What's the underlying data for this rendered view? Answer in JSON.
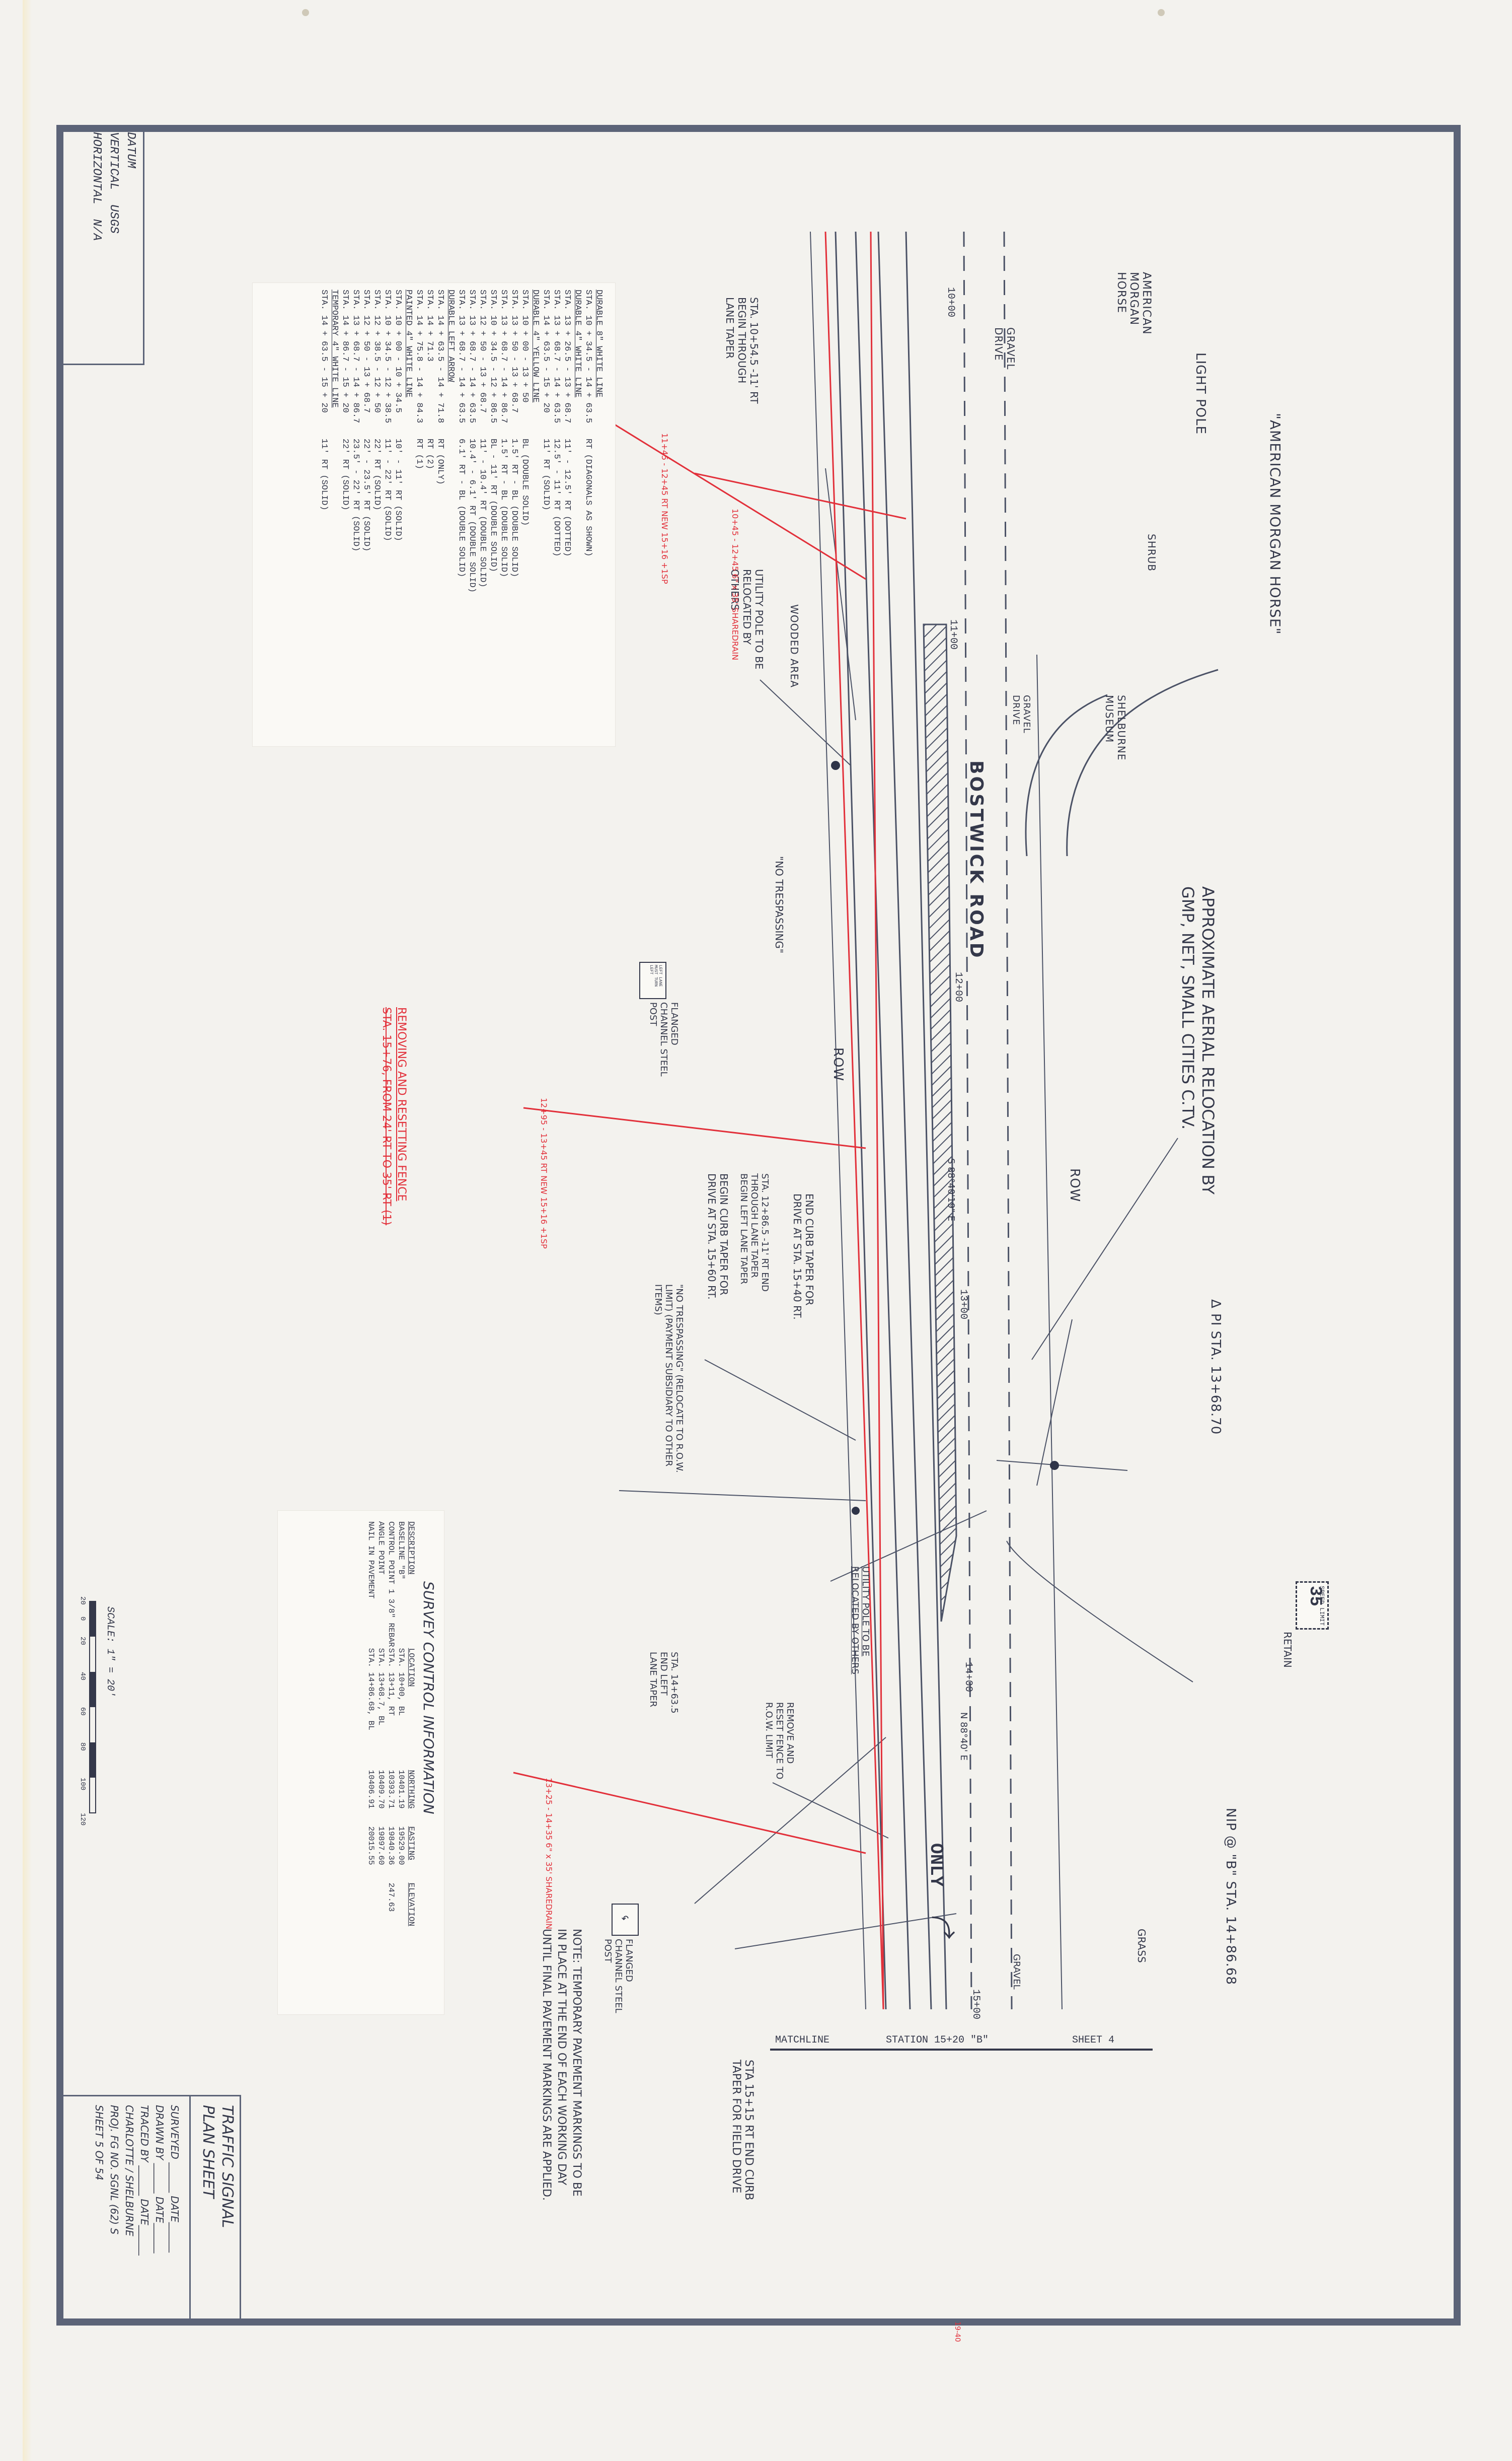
{
  "datum": {
    "title": "DATUM",
    "vertical_label": "VERTICAL",
    "vertical_value": "USGS",
    "horizontal_label": "HORIZONTAL",
    "horizontal_value": "N/A"
  },
  "title_block": {
    "title_line1": "TRAFFIC SIGNAL",
    "title_line2": "PLAN SHEET",
    "surveyed": "SURVEYED ______ DATE______",
    "drawn": "DRAWN BY ______ DATE______",
    "traced": "TRACED BY ______ DATE______",
    "town": "CHARLOTTE / SHELBURNE",
    "project": "PROJ. FG NO. SGNL (62) S",
    "sheet": "SHEET 5 OF 54"
  },
  "road_name": "BOSTWICK ROAD",
  "stations": [
    "10+00",
    "11+00",
    "12+00",
    "13+00",
    "14+00",
    "15+00"
  ],
  "labels": {
    "horse": "\"AMERICAN MORGAN HORSE\"",
    "horse_sign": "AMERICAN MORGAN HORSE",
    "light_pole": "LIGHT POLE",
    "shrub": "SHRUB",
    "gravel_drive_1": "GRAVEL DRIVE",
    "gravel_drive_2": "GRAVEL DRIVE",
    "shelburne_museum": "SHELBURNE MUSEUM",
    "wooded_area": "WOODED AREA",
    "aerial_relocation": "APPROXIMATE AERIAL RELOCATION BY GMP, NET, SMALL CITIES C.TV.",
    "pi_station": "Δ PI STA. 13+68.70",
    "row_top": "ROW",
    "row_bottom": "ROW",
    "speed_limit": "SPEED LIMIT",
    "speed_value": "35",
    "retain": "RETAIN",
    "nip": "NIP @ \"B\" STA. 14+86.68",
    "grass": "GRASS",
    "gravel_lower": "GRAVEL",
    "bearing_1": "S 88°40'19\" E",
    "bearing_2": "N 88°40' E",
    "sta_taper_1": "STA. 10+54.5 -11' RT BEGIN THROUGH LANE TAPER",
    "utility_pole": "UTILITY POLE TO BE RELOCATED BY OTHERS",
    "no_trespassing_1": "\"NO TRESPASSING\"",
    "no_trespassing_2": "\"NO TRESPASSING\" (RELOCATE TO R.O.W. LIMIT) (PAYMENT SUBSIDIARY TO OTHER ITEMS)",
    "left_lane_sign": "LEFT LANE MUST TURN LEFT",
    "flanged_channel_1": "FLANGED CHANNEL STEEL POST",
    "flanged_channel_2": "FLANGED CHANNEL STEEL POST",
    "end_curb_taper": "END CURB TAPER FOR DRIVE AT STA. 15+40 RT.",
    "sta_begin_left": "STA. 12+86.5 -11' RT END THROUGH LANE TAPER BEGIN LEFT LANE TAPER",
    "begin_curb_taper": "BEGIN CURB TAPER FOR DRIVE AT STA. 15+60 RT.",
    "remove_fence": "REMOVE AND RESET FENCE TO R.O.W. LIMIT",
    "sta_end_left": "STA. 14+63.5 END LEFT LANE TAPER",
    "pole_to_be": "UTILITY POLE TO BE RELOCATED BY OTHERS",
    "matchline": "MATCHLINE",
    "match_station": "STATION 15+20 \"B\"",
    "sheet4": "SHEET 4",
    "sta_curb_end": "STA 15+15 RT END CURB TAPER FOR FIELD DRIVE",
    "only": "ONLY",
    "note": "NOTE: TEMPORARY PAVEMENT MARKINGS TO BE IN PLACE AT THE END OF EACH WORKING DAY UNTIL FINAL PAVEMENT MARKINGS ARE APPLIED.",
    "removing_fence": "REMOVING AND RESETTING FENCE",
    "fence_range": "STA. 15+76, FROM 24' RT TO 35' RT (1)",
    "red_note_1": "11+45 - 12+45 RT NEW 15+16 +1SP",
    "red_note_2": "10+45 - 12+45 6\" x 35' SHAREDRAIN",
    "red_note_3": "12+95 - 13+45 RT NEW 15+16 +1SP",
    "red_note_4": "13+25 - 14+35 6\" x 35' SHAREDRAIN"
  },
  "markings": [
    "DURABLE 8\" WHITE LINE",
    "STA. 10 + 34.5 - 14 + 63.5   RT (DIAGONALS AS SHOWN)",
    "DURABLE 4\" WHITE LINE",
    "STA. 13 + 26.5 - 13 + 68.7   11' - 12.5' RT (DOTTED)",
    "STA. 13 + 68.7 - 14 + 63.5   12.5' - 11' RT (DOTTED)",
    "STA. 14 + 63.5 - 15 + 20     11' RT (SOLID)",
    "DURABLE 4\" YELLOW LINE",
    "STA. 10 + 00 - 13 + 50       BL (DOUBLE SOLID)",
    "STA. 13 + 50 - 13 + 68.7     1.5' RT - BL (DOUBLE SOLID)",
    "STA. 13 + 68.7 - 14 + 86.7   1.5' RT - BL (DOUBLE SOLID)",
    "STA. 10 + 34.5 - 12 + 86.5   BL - 11' RT (DOUBLE SOLID)",
    "STA. 12 + 50 - 13 + 68.7     11' - 10.4' RT (DOUBLE SOLID)",
    "STA. 13 + 68.7 - 14 + 63.5   10.4' - 6.1' RT (DOUBLE SOLID)",
    "STA. 13 + 68.7 - 14 + 63.5   6.1' RT - BL (DOUBLE SOLID)",
    "DURABLE LEFT ARROW",
    "STA. 14 + 63.5 - 14 + 71.8   RT (ONLY)",
    "STA. 14 + 71.3               RT (2)",
    "STA. 14 + 75.8 - 14 + 84.3   RT (1)",
    "PAINTED 4\" WHITE LINE",
    "STA. 10 + 00 - 10 + 34.5     10' - 11' RT (SOLID)",
    "STA. 10 + 34.5 - 12 + 38.5   11' - 22' RT (SOLID)",
    "STA. 12 + 38.5 - 12 + 50     22' RT (SOLID)",
    "STA. 12 + 50 - 13 + 68.7     22' - 23.5' RT (SOLID)",
    "STA. 13 + 68.7 - 14 + 86.7   23.5' - 22' RT (SOLID)",
    "STA. 14 + 86.7 - 15 + 20     22' RT (SOLID)",
    "TEMPORARY 4\" WHITE LINE",
    "STA. 14 + 63.5 - 15 + 20     11' RT (SOLID)"
  ],
  "survey_control": {
    "title": "SURVEY   CONTROL   INFORMATION",
    "headers": [
      "DESCRIPTION",
      "LOCATION",
      "NORTHING",
      "EASTING",
      "ELEVATION"
    ],
    "rows": [
      [
        "BASELINE \"B\"",
        "STA. 10+00, BL",
        "10401.19",
        "19529.00",
        ""
      ],
      [
        "CONTROL POINT 1  3/8\" REBAR",
        "STA. 13+11, RT",
        "10393.71",
        "19840.36",
        "247.63"
      ],
      [
        "ANGLE POINT",
        "STA. 13+68.7, BL",
        "10409.70",
        "19897.60",
        ""
      ],
      [
        "NAIL IN PAVEMENT",
        "STA. 14+86.68, BL",
        "10406.91",
        "20015.55",
        ""
      ]
    ]
  },
  "scale": {
    "label": "SCALE: 1\" = 20'",
    "ticks": [
      "20",
      "0",
      "20",
      "40",
      "60",
      "80",
      "100",
      "120"
    ]
  },
  "sign_texts": {
    "only_arrow": "ONLY"
  },
  "corner_mark": "19-40"
}
